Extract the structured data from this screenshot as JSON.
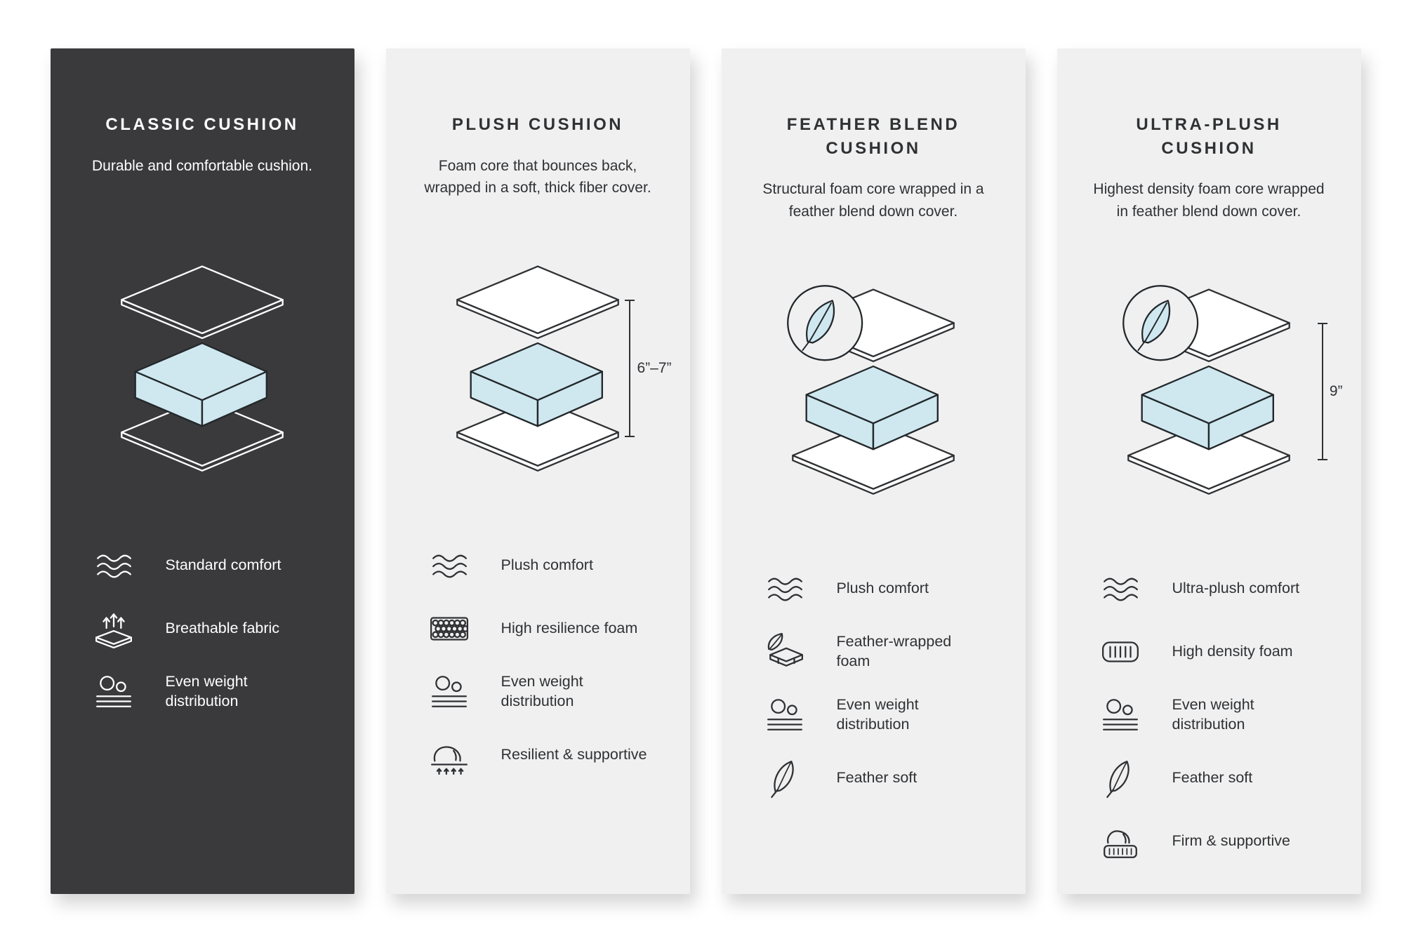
{
  "page": {
    "background": "#ffffff"
  },
  "colors": {
    "dark_card": "#3a3a3c",
    "light_card": "#f0f0f1",
    "foam_blue": "#cfe8f0",
    "ink": "#2f3133",
    "white": "#ffffff"
  },
  "cards": [
    {
      "id": "classic",
      "theme": "dark",
      "title": "CLASSIC CUSHION",
      "description": "Durable and comfortable cushion.",
      "feather_badge": false,
      "measurement": "",
      "features": [
        {
          "icon": "waves-icon",
          "label": "Standard comfort"
        },
        {
          "icon": "breathable-fabric-icon",
          "label": "Breathable fabric"
        },
        {
          "icon": "even-weight-icon",
          "label": "Even weight distribution"
        }
      ]
    },
    {
      "id": "plush",
      "theme": "light",
      "title": "PLUSH CUSHION",
      "description": "Foam core that bounces back, wrapped in a soft, thick fiber cover.",
      "feather_badge": false,
      "measurement": "6”–7”",
      "features": [
        {
          "icon": "waves-icon",
          "label": "Plush comfort"
        },
        {
          "icon": "resilience-foam-icon",
          "label": "High resilience foam"
        },
        {
          "icon": "even-weight-icon",
          "label": "Even weight distribution"
        },
        {
          "icon": "hand-press-icon",
          "label": "Resilient & supportive"
        }
      ]
    },
    {
      "id": "feather-blend",
      "theme": "light",
      "title": "FEATHER BLEND CUSHION",
      "description": "Structural foam core wrapped in a feather blend down cover.",
      "feather_badge": true,
      "measurement": "",
      "features": [
        {
          "icon": "waves-icon",
          "label": "Plush comfort"
        },
        {
          "icon": "feather-foam-icon",
          "label": "Feather-wrapped foam"
        },
        {
          "icon": "even-weight-icon",
          "label": "Even weight distribution"
        },
        {
          "icon": "feather-icon",
          "label": "Feather soft"
        }
      ]
    },
    {
      "id": "ultra-plush",
      "theme": "light",
      "title": "ULTRA-PLUSH CUSHION",
      "description": "Highest density foam core wrapped in feather blend down cover.",
      "feather_badge": true,
      "measurement": "9”",
      "features": [
        {
          "icon": "waves-icon",
          "label": "Ultra-plush comfort"
        },
        {
          "icon": "density-foam-icon",
          "label": "High density foam"
        },
        {
          "icon": "even-weight-icon",
          "label": "Even weight distribution"
        },
        {
          "icon": "feather-icon",
          "label": "Feather soft"
        },
        {
          "icon": "firm-support-icon",
          "label": "Firm & supportive"
        }
      ]
    }
  ]
}
